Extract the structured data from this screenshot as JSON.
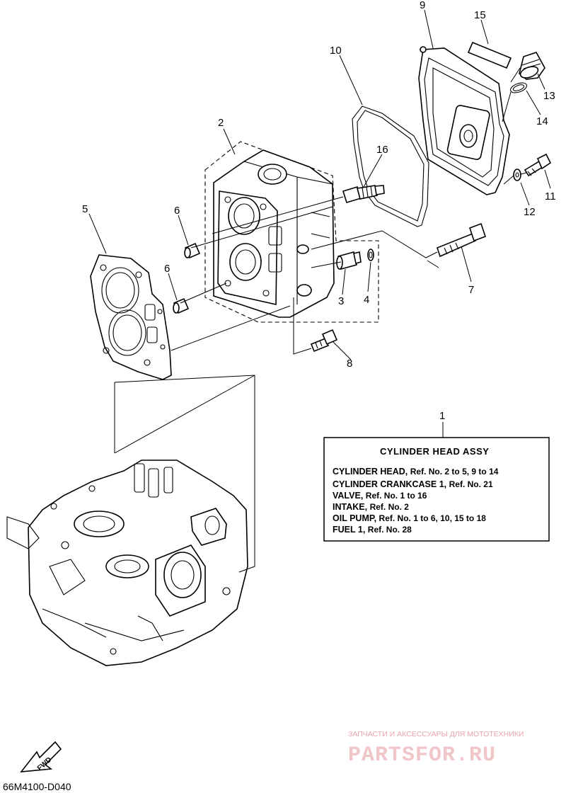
{
  "callouts": {
    "c1": "1",
    "c2": "2",
    "c3": "3",
    "c4": "4",
    "c5": "5",
    "c6a": "6",
    "c6b": "6",
    "c7": "7",
    "c8": "8",
    "c9": "9",
    "c10": "10",
    "c11": "11",
    "c12": "12",
    "c13": "13",
    "c14": "14",
    "c15": "15",
    "c16": "16"
  },
  "assy_box": {
    "title": "CYLINDER HEAD ASSY",
    "lines": [
      {
        "name": "CYLINDER HEAD,",
        "ref": "Ref. No. 2 to 5, 9 to 14"
      },
      {
        "name": "CYLINDER CRANKCASE 1,",
        "ref": "Ref. No. 21"
      },
      {
        "name": "VALVE,",
        "ref": "Ref. No. 1 to 16"
      },
      {
        "name": "INTAKE,",
        "ref": "Ref. No. 2"
      },
      {
        "name": "OIL PUMP,",
        "ref": "Ref. No. 1 to 6, 10, 15 to 18"
      },
      {
        "name": "FUEL 1,",
        "ref": "Ref. No. 28"
      }
    ]
  },
  "fwd_label": "FWD",
  "figure_code": "66M4100-D040",
  "watermark": {
    "subtitle": "ЗАПЧАСТИ И АКСЕССУАРЫ ДЛЯ МОТОТЕХНИКИ",
    "brand": "PARTSFOR.RU"
  }
}
